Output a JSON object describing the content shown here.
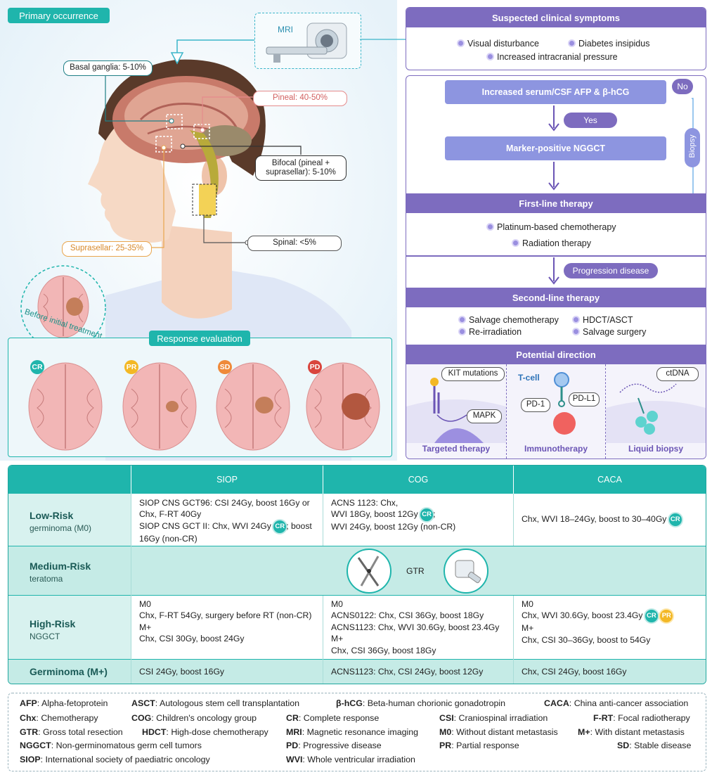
{
  "primary": {
    "title": "Primary occurrence",
    "mri": "MRI",
    "sites": {
      "basal": "Basal ganglia: 5-10%",
      "pineal": "Pineal: 40-50%",
      "bifocal": "Bifocal (pineal + suprasellar): 5-10%",
      "suprasellar": "Suprasellar: 25-35%",
      "spinal": "Spinal: <5%"
    },
    "before": "Before initial treatment",
    "response_title": "Response evaluation",
    "responses": [
      "CR",
      "PR",
      "SD",
      "PD"
    ],
    "colors": {
      "teal": "#1fb5ac",
      "purple": "#7d6cbf"
    }
  },
  "symptoms": {
    "title": "Suspected clinical symptoms",
    "items": [
      "Visual disturbance",
      "Diabetes insipidus",
      "Increased intracranial pressure"
    ]
  },
  "flow": {
    "marker": "Increased serum/CSF AFP & β-hCG",
    "no": "No",
    "yes": "Yes",
    "biopsy": "Biopsy",
    "positive": "Marker-positive NGGCT",
    "first_title": "First-line therapy",
    "first_items": [
      "Platinum-based chemotherapy",
      "Radiation therapy"
    ],
    "progression": "Progression disease",
    "second_title": "Second-line therapy",
    "second_items": [
      "Salvage chemotherapy",
      "HDCT/ASCT",
      "Re-irradiation",
      "Salvage surgery"
    ],
    "potential_title": "Potential direction",
    "targeted": {
      "label": "Targeted therapy",
      "kit": "KIT mutations",
      "mapk": "MAPK"
    },
    "immuno": {
      "label": "Immunotherapy",
      "tcell": "T-cell",
      "pd1": "PD-1",
      "pdl1": "PD-L1"
    },
    "liquid": {
      "label": "Liquid biopsy",
      "ctdna": "ctDNA"
    }
  },
  "table": {
    "headers": [
      "SIOP",
      "COG",
      "CACA"
    ],
    "low": {
      "title": "Low-Risk",
      "sub": "germinoma (M0)",
      "siop1": "SIOP CNS GCT96: CSI 24Gy, boost 16Gy or Chx, F-RT 40Gy",
      "siop2a": "SIOP CNS GCT II: Chx, WVI 24Gy",
      "siop2b": "; boost 16Gy (non-CR)",
      "cog1": "ACNS 1123: Chx,",
      "cog2a": "WVI 18Gy, boost 12Gy",
      "cog2b": ";",
      "cog3": "WVI 24Gy, boost 12Gy (non-CR)",
      "caca": "Chx, WVI 18–24Gy, boost to 30–40Gy"
    },
    "medium": {
      "title": "Medium-Risk",
      "sub": "teratoma",
      "gtr": "GTR"
    },
    "high": {
      "title": "High-Risk",
      "sub": "NGGCT",
      "siop": [
        "M0",
        "Chx, F-RT 54Gy, surgery before RT (non-CR)",
        "M+",
        "Chx, CSI 30Gy, boost 24Gy"
      ],
      "cog": [
        "M0",
        "ACNS0122: Chx, CSI 36Gy, boost 18Gy",
        "ACNS1123: Chx, WVI 30.6Gy, boost 23.4Gy",
        "M+",
        "Chx, CSI 36Gy, boost 18Gy"
      ],
      "caca_m0": "M0",
      "caca_line": "Chx, WVI 30.6Gy, boost 23.4Gy",
      "caca_mp": "M+",
      "caca_line2": "Chx, CSI 30–36Gy, boost to 54Gy"
    },
    "germ": {
      "title": "Germinoma (M+)",
      "siop": "CSI 24Gy, boost 16Gy",
      "cog": "ACNS1123: Chx, CSI 24Gy, boost 12Gy",
      "caca": "Chx, CSI 24Gy, boost 16Gy"
    },
    "badge_cr": "CR",
    "badge_pr": "PR"
  },
  "glossary": [
    {
      "k": "AFP",
      "v": "Alpha-fetoprotein"
    },
    {
      "k": "ASCT",
      "v": "Autologous stem cell transplantation"
    },
    {
      "k": "β-hCG",
      "v": "Beta-human chorionic gonadotropin"
    },
    {
      "k": "CACA",
      "v": "China anti-cancer association"
    },
    {
      "k": "Chx",
      "v": "Chemotherapy"
    },
    {
      "k": "COG",
      "v": "Children's oncology group"
    },
    {
      "k": "CR",
      "v": "Complete response"
    },
    {
      "k": "CSI",
      "v": "Craniospinal irradiation"
    },
    {
      "k": "F-RT",
      "v": "Focal radiotherapy"
    },
    {
      "k": "GTR",
      "v": "Gross total resection"
    },
    {
      "k": "HDCT",
      "v": "High-dose chemotherapy"
    },
    {
      "k": "MRI",
      "v": "Magnetic resonance imaging"
    },
    {
      "k": "M0",
      "v": "Without distant metastasis"
    },
    {
      "k": "M+",
      "v": "With distant metastasis"
    },
    {
      "k": "NGGCT",
      "v": "Non-germinomatous germ cell tumors"
    },
    {
      "k": "PD",
      "v": "Progressive disease"
    },
    {
      "k": "PR",
      "v": "Partial response"
    },
    {
      "k": "SD",
      "v": "Stable disease"
    },
    {
      "k": "SIOP",
      "v": "International society of paediatric oncology"
    },
    {
      "k": "WVI",
      "v": "Whole ventricular irradiation"
    }
  ]
}
